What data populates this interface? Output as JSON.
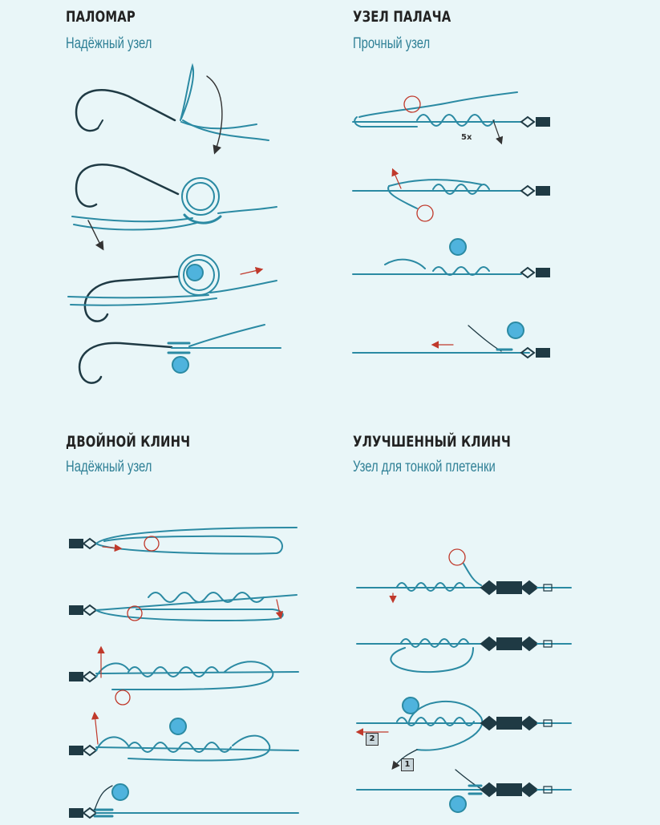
{
  "colors": {
    "background": "#e9f6f8",
    "line": "#2b8aa3",
    "line_dark": "#1f3a44",
    "ball": "#4fb3dd",
    "arrow": "#c0392b",
    "title": "#222222",
    "subtitle": "#2f8096"
  },
  "panels": {
    "palomar": {
      "title": "ПАЛОМАР",
      "subtitle": "Надёжный узел"
    },
    "hangman": {
      "title": "УЗЕЛ ПАЛАЧА",
      "subtitle": "Прочный узел",
      "wraps_label": "5x"
    },
    "double_clinch": {
      "title": "ДВОЙНОЙ КЛИНЧ",
      "subtitle": "Надёжный узел"
    },
    "improved_clinch": {
      "title": "УЛУЧШЕННЫЙ КЛИНЧ",
      "subtitle": "Узел для тонкой плетенки",
      "step_labels": [
        "2",
        "1"
      ]
    }
  }
}
